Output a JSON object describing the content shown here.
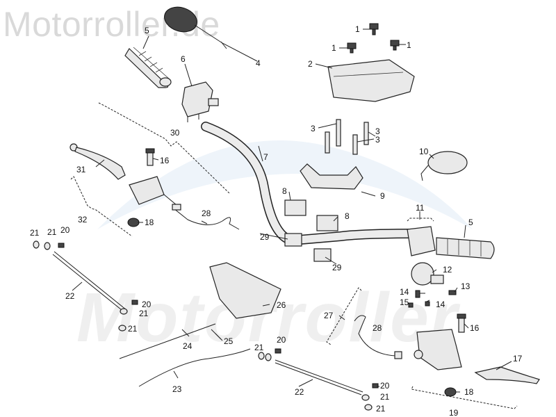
{
  "watermark": {
    "top": "Motorroller.de",
    "center": "Motorroller"
  },
  "callouts": [
    {
      "id": "c1a",
      "label": "1"
    },
    {
      "id": "c1b",
      "label": "1"
    },
    {
      "id": "c1c",
      "label": "1"
    },
    {
      "id": "c2",
      "label": "2"
    },
    {
      "id": "c3a",
      "label": "3"
    },
    {
      "id": "c3b",
      "label": "3"
    },
    {
      "id": "c3c",
      "label": "3"
    },
    {
      "id": "c4",
      "label": "4"
    },
    {
      "id": "c5a",
      "label": "5"
    },
    {
      "id": "c5b",
      "label": "5"
    },
    {
      "id": "c6",
      "label": "6"
    },
    {
      "id": "c7",
      "label": "7"
    },
    {
      "id": "c8a",
      "label": "8"
    },
    {
      "id": "c8b",
      "label": "8"
    },
    {
      "id": "c9",
      "label": "9"
    },
    {
      "id": "c10",
      "label": "10"
    },
    {
      "id": "c11",
      "label": "11"
    },
    {
      "id": "c12",
      "label": "12"
    },
    {
      "id": "c13",
      "label": "13"
    },
    {
      "id": "c14a",
      "label": "14"
    },
    {
      "id": "c14b",
      "label": "14"
    },
    {
      "id": "c15",
      "label": "15"
    },
    {
      "id": "c16a",
      "label": "16"
    },
    {
      "id": "c16b",
      "label": "16"
    },
    {
      "id": "c17",
      "label": "17"
    },
    {
      "id": "c18a",
      "label": "18"
    },
    {
      "id": "c18b",
      "label": "18"
    },
    {
      "id": "c19",
      "label": "19"
    },
    {
      "id": "c20a",
      "label": "20"
    },
    {
      "id": "c20b",
      "label": "20"
    },
    {
      "id": "c20c",
      "label": "20"
    },
    {
      "id": "c20d",
      "label": "20"
    },
    {
      "id": "c21a",
      "label": "21"
    },
    {
      "id": "c21b",
      "label": "21"
    },
    {
      "id": "c21c",
      "label": "21"
    },
    {
      "id": "c21d",
      "label": "21"
    },
    {
      "id": "c21e",
      "label": "21"
    },
    {
      "id": "c21f",
      "label": "21"
    },
    {
      "id": "c21g",
      "label": "21"
    },
    {
      "id": "c22a",
      "label": "22"
    },
    {
      "id": "c22b",
      "label": "22"
    },
    {
      "id": "c23",
      "label": "23"
    },
    {
      "id": "c24",
      "label": "24"
    },
    {
      "id": "c25",
      "label": "25"
    },
    {
      "id": "c26",
      "label": "26"
    },
    {
      "id": "c27",
      "label": "27"
    },
    {
      "id": "c28a",
      "label": "28"
    },
    {
      "id": "c28b",
      "label": "28"
    },
    {
      "id": "c29a",
      "label": "29"
    },
    {
      "id": "c29b",
      "label": "29"
    },
    {
      "id": "c30",
      "label": "30"
    },
    {
      "id": "c31",
      "label": "31"
    },
    {
      "id": "c32",
      "label": "32"
    }
  ]
}
